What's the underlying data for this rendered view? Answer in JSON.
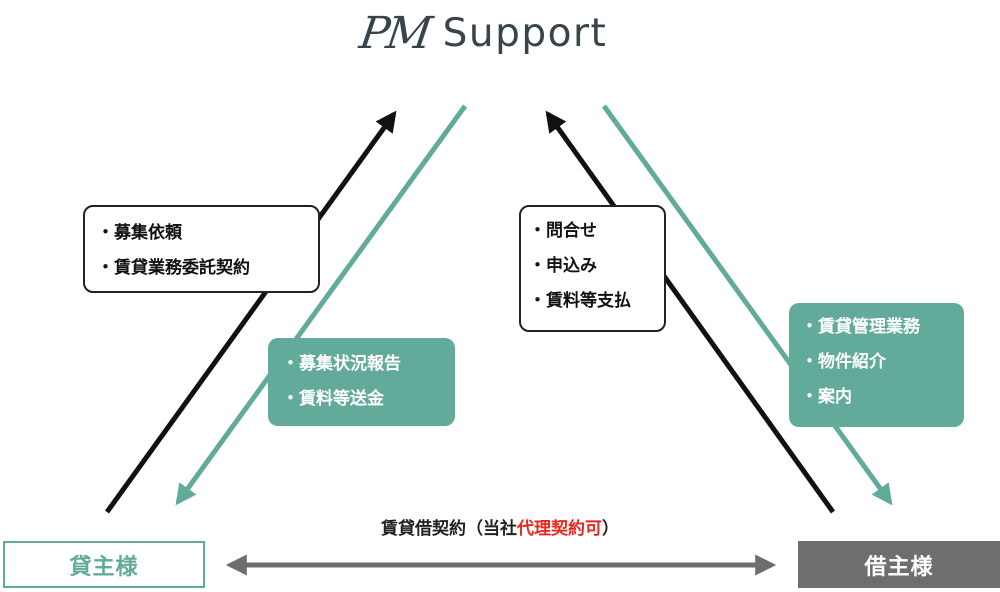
{
  "logo": {
    "mark": "PM",
    "text": "Support"
  },
  "boxes": {
    "request": [
      "募集依頼",
      "賃貸業務委託契約"
    ],
    "report": [
      "募集状況報告",
      "賃料等送金"
    ],
    "inquiry": [
      "問合せ",
      "申込み",
      "賃料等支払"
    ],
    "management": [
      "賃貸管理業務",
      "物件紹介",
      "案内"
    ]
  },
  "parties": {
    "lessor": "貸主様",
    "lessee": "借主様"
  },
  "contract": {
    "prefix": "賃貸借契約（当社",
    "highlight": "代理契約可",
    "suffix": "）"
  },
  "colors": {
    "teal": "#62aa9a",
    "black": "#111111",
    "gray": "#6e6e6e",
    "highlight": "#e8281e"
  }
}
